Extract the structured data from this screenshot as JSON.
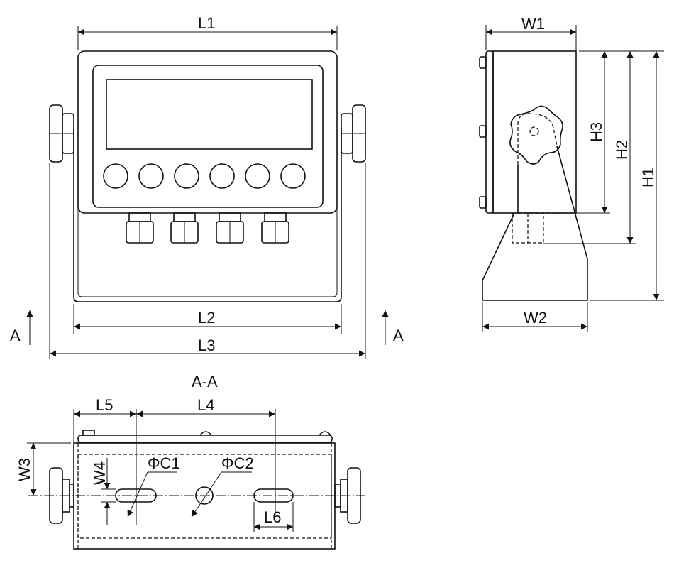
{
  "front_view": {
    "dims": {
      "l1": "L1",
      "l2": "L2",
      "l3": "L3"
    },
    "section_marker_left": "A",
    "section_marker_right": "A",
    "buttons_count": 6,
    "glands_count": 4
  },
  "side_view": {
    "dims": {
      "w1": "W1",
      "w2": "W2",
      "h1": "H1",
      "h2": "H2",
      "h3": "H3"
    }
  },
  "section_view": {
    "title": "A-A",
    "dims": {
      "l4": "L4",
      "l5": "L5",
      "l6": "L6",
      "w3": "W3",
      "w4": "W4",
      "c1": "ΦC1",
      "c2": "ΦC2"
    }
  }
}
